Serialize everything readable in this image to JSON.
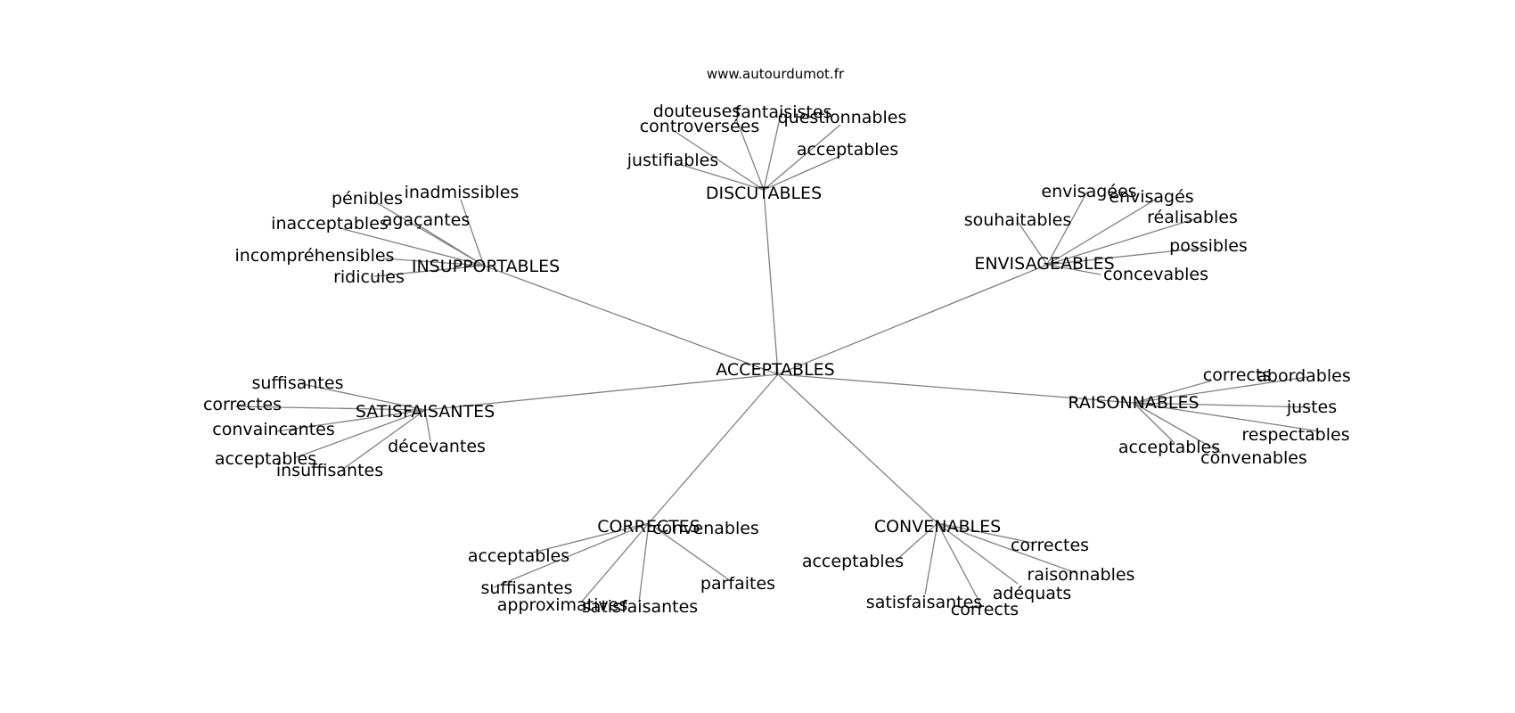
{
  "credit": "www.autourdumot.fr",
  "edge_color": "#808080",
  "text_color": "#000000",
  "graph": {
    "center": "ACCEPTABLES",
    "groups": [
      {
        "label": "DISCUTABLES",
        "leaves": [
          "douteuses",
          "fantaisistes",
          "questionnables",
          "controversées",
          "justifiables",
          "acceptables"
        ]
      },
      {
        "label": "INSUPPORTABLES",
        "leaves": [
          "pénibles",
          "inadmissibles",
          "agaçantes",
          "inacceptables",
          "incompréhensibles",
          "ridicules"
        ]
      },
      {
        "label": "ENVISAGEABLES",
        "leaves": [
          "envisagées",
          "envisagés",
          "souhaitables",
          "réalisables",
          "possibles",
          "concevables"
        ]
      },
      {
        "label": "SATISFAISANTES",
        "leaves": [
          "suffisantes",
          "correctes",
          "convaincantes",
          "acceptables",
          "insuffisantes",
          "décevantes"
        ]
      },
      {
        "label": "RAISONNABLES",
        "leaves": [
          "corrects",
          "abordables",
          "justes",
          "respectables",
          "acceptables",
          "convenables"
        ]
      },
      {
        "label": "CORRECTES",
        "leaves": [
          "convenables",
          "acceptables",
          "suffisantes",
          "approximatives",
          "satisfaisantes",
          "parfaites"
        ]
      },
      {
        "label": "CONVENABLES",
        "leaves": [
          "correctes",
          "acceptables",
          "raisonnables",
          "adéquats",
          "satisfaisantes",
          "corrects"
        ]
      }
    ]
  }
}
